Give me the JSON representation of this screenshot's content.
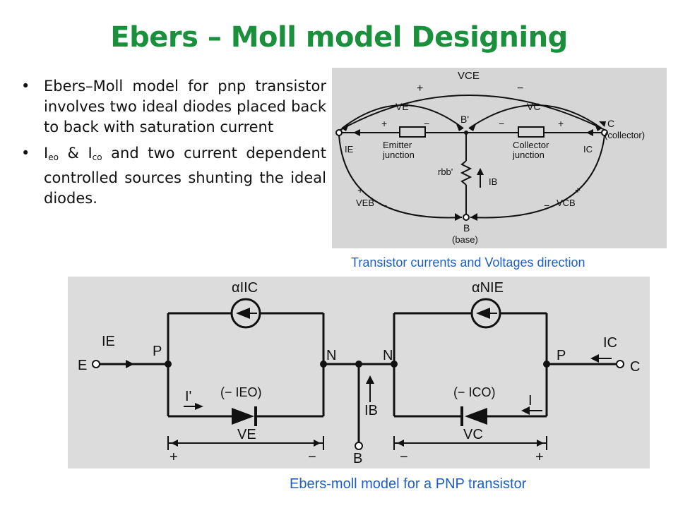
{
  "slide": {
    "title": "Ebers – Moll model Designing",
    "bullets": [
      {
        "text": "Ebers–Moll model for pnp transistor involves two ideal diodes placed back to back with saturation current"
      },
      {
        "pre": "I",
        "sub1": "eo",
        "mid": " & I",
        "sub2": "co",
        "post": " and two current dependent controlled sources shunting the ideal diodes."
      }
    ],
    "bullet_glyph": "•"
  },
  "figure1": {
    "caption": "Transistor  currents and Voltages direction",
    "labels": {
      "vce": "VCE",
      "ve": "VE",
      "vc": "VC",
      "veb": "VEB",
      "vcb": "VCB",
      "ie": "IE",
      "ic": "IC",
      "ib": "IB",
      "rbb": "rbb'",
      "bprime": "B'",
      "b": "B",
      "base": "(base)",
      "c": "C",
      "collector": "(collector)",
      "emitter_junction_1": "Emitter",
      "emitter_junction_2": "junction",
      "collector_junction_1": "Collector",
      "collector_junction_2": "junction",
      "plus": "+",
      "minus": "−"
    }
  },
  "figure2": {
    "caption": "Ebers-moll model for a PNP transistor",
    "labels": {
      "alpha_i_ic": "αIIC",
      "alpha_n_ie": "αNIE",
      "ie": "IE",
      "ic": "IC",
      "ib": "IB",
      "e": "E",
      "c": "C",
      "b": "B",
      "p": "P",
      "n": "N",
      "i_prime": "I'",
      "i": "I",
      "ieo": "(− IEO)",
      "ico": "(− ICO)",
      "ve": "VE",
      "vc": "VC",
      "plus": "+",
      "minus": "−"
    }
  }
}
